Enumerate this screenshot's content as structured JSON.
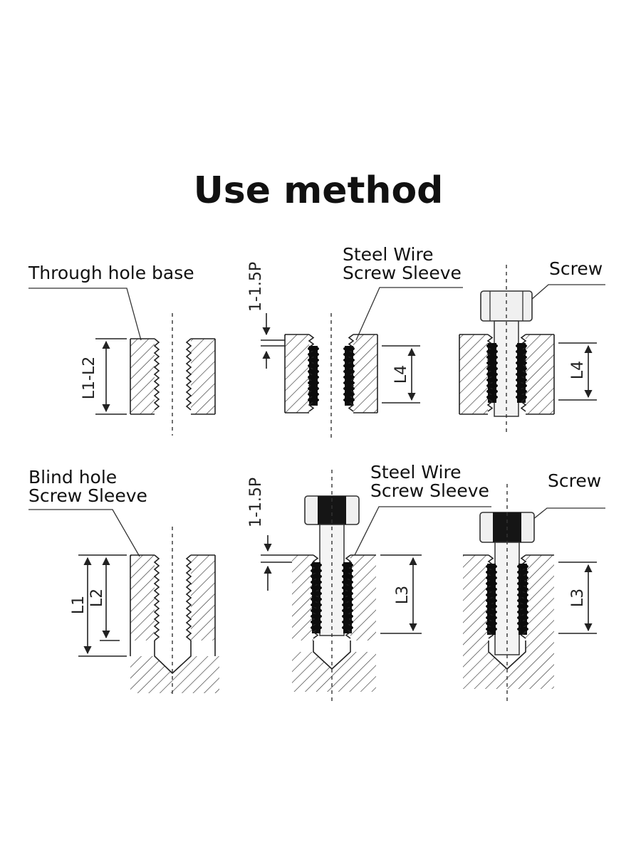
{
  "title": "Use method",
  "panels": {
    "through_hole_base": {
      "label": "Through hole base",
      "dimension": "L1-L2"
    },
    "through_sleeve": {
      "label_line1": "Steel Wire",
      "label_line2": "Screw Sleeve",
      "gap": "1-1.5P",
      "dimension": "L4"
    },
    "through_screw": {
      "label": "Screw",
      "dimension": "L4"
    },
    "blind_hole_base": {
      "label_line1": "Blind hole",
      "label_line2": "Screw Sleeve",
      "dimension_outer": "L1",
      "dimension_inner": "L2"
    },
    "blind_sleeve": {
      "label_line1": "Steel Wire",
      "label_line2": "Screw Sleeve",
      "gap": "1-1.5P",
      "dimension": "L3"
    },
    "blind_screw": {
      "label": "Screw",
      "dimension": "L3"
    }
  }
}
